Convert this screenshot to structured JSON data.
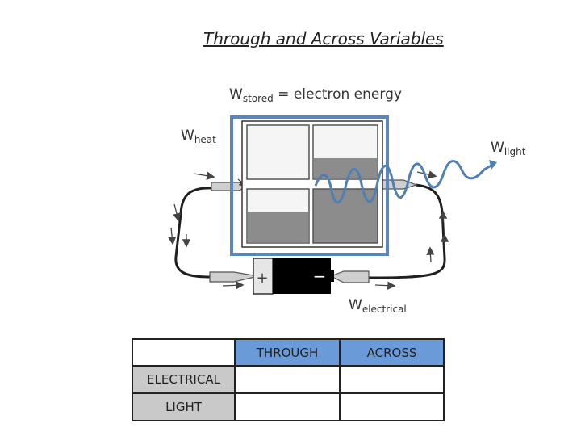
{
  "title": "Through and Across Variables",
  "labels": {
    "w_stored": {
      "base": "W",
      "sub": "stored",
      "suffix": " = electron energy"
    },
    "w_heat": {
      "base": "W",
      "sub": "heat"
    },
    "w_light": {
      "base": "W",
      "sub": "light"
    },
    "w_electrical": {
      "base": "W",
      "sub": "electrical"
    }
  },
  "battery": {
    "plus": "+",
    "minus": "−"
  },
  "table": {
    "columns": [
      "",
      "THROUGH",
      "ACROSS"
    ],
    "rows": [
      {
        "label": "ELECTRICAL",
        "through": "",
        "across": ""
      },
      {
        "label": "LIGHT",
        "through": "",
        "across": ""
      }
    ]
  },
  "colors": {
    "system_box": "#5b86bd",
    "wave": "#4f7fb3",
    "header_fill": "#6a9bd8",
    "row_label_fill": "#c9c9c9",
    "level_fill": "#8c8c8c"
  }
}
